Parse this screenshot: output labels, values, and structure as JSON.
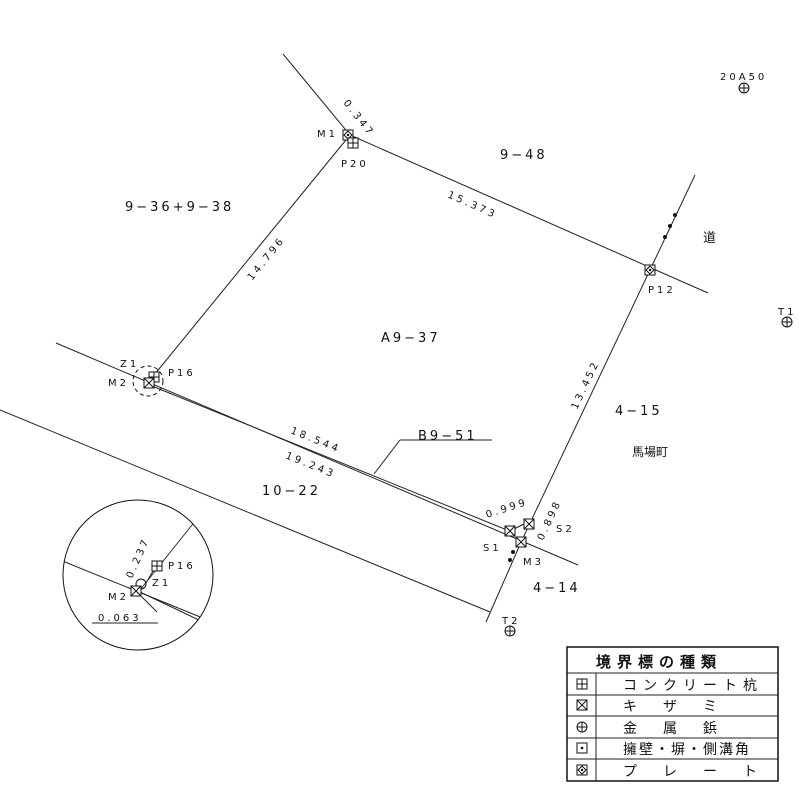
{
  "parcels": {
    "main": "A9−37",
    "north": "9−48",
    "west": "9−36+9−38",
    "south": "10−22",
    "east": "4−15",
    "southeast": "4−14",
    "strip": "B9−51",
    "road": "道",
    "town": "馬場町"
  },
  "points": {
    "m1": "M1",
    "p20": "P20",
    "p12": "P12",
    "p16": "P16",
    "z1": "Z1",
    "m2": "M2",
    "s1": "S1",
    "s2": "S2",
    "m3": "M3",
    "t1": "T1",
    "t2": "T2",
    "ref": "20A50"
  },
  "distances": {
    "m1_p12": "15.373",
    "p16_m1": "14.796",
    "p12_s2": "13.452",
    "p16_s1_inner": "18.544",
    "m2_m3_outer": "19.243",
    "m1_offset": "0.347",
    "s1_offset": "0.999",
    "s2_offset": "0.898"
  },
  "inset": {
    "p16": "P16",
    "z1": "Z1",
    "m2": "M2",
    "d1": "0.237",
    "d2": "0.063"
  },
  "legend": {
    "title": "境界標の種類",
    "rows": [
      {
        "icon": "concrete-pile-icon",
        "label": "コンクリート杭"
      },
      {
        "icon": "notch-mark-icon",
        "label": "キ　ザ　ミ"
      },
      {
        "icon": "metal-rivet-icon",
        "label": "金　属　鋲"
      },
      {
        "icon": "wall-corner-icon",
        "label": "擁壁・塀・側溝角"
      },
      {
        "icon": "plate-icon",
        "label": "プ　レ　ー　ト"
      }
    ]
  }
}
